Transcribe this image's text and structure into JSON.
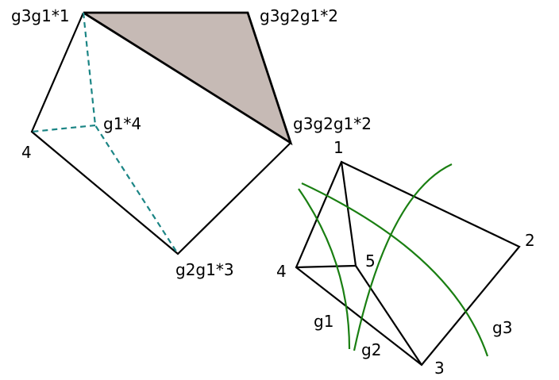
{
  "colors": {
    "edge": "#000000",
    "shaded_face": "#c6bab5",
    "dashed_edge": "#1b8585",
    "curve": "#1a7f12",
    "background": "#ffffff"
  },
  "left_figure": {
    "labels": {
      "top_left": "g3g1*1",
      "top_right": "g3g2g1*2",
      "right": "g3g2g1*2",
      "left": "4",
      "center": "g1*4",
      "bottom": "g2g1*3"
    }
  },
  "right_figure": {
    "vertex_labels": {
      "v1": "1",
      "v2": "2",
      "v3": "3",
      "v4": "4",
      "v5": "5"
    },
    "curve_labels": {
      "g1": "g1",
      "g2": "g2",
      "g3": "g3"
    }
  }
}
